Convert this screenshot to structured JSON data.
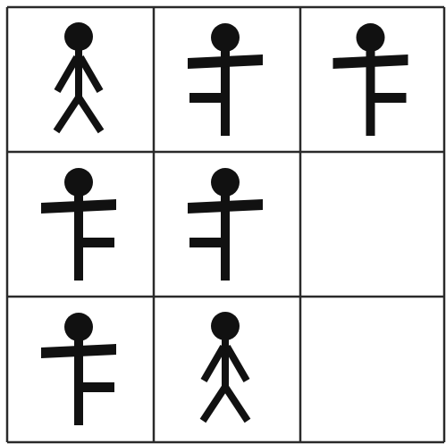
{
  "grid": {
    "rows": 3,
    "cols": 3,
    "line_color": "#2a2a2a",
    "background": "#ffffff",
    "figure_color": "#111111",
    "cells": [
      [
        "walking-figure",
        "cross-figure-right-arm-left",
        "cross-figure-right-arm-right"
      ],
      [
        "cross-figure-right-arm-right",
        "cross-figure-right-arm-left",
        "empty"
      ],
      [
        "cross-figure-right-arm-right",
        "walking-figure",
        "empty"
      ]
    ]
  }
}
